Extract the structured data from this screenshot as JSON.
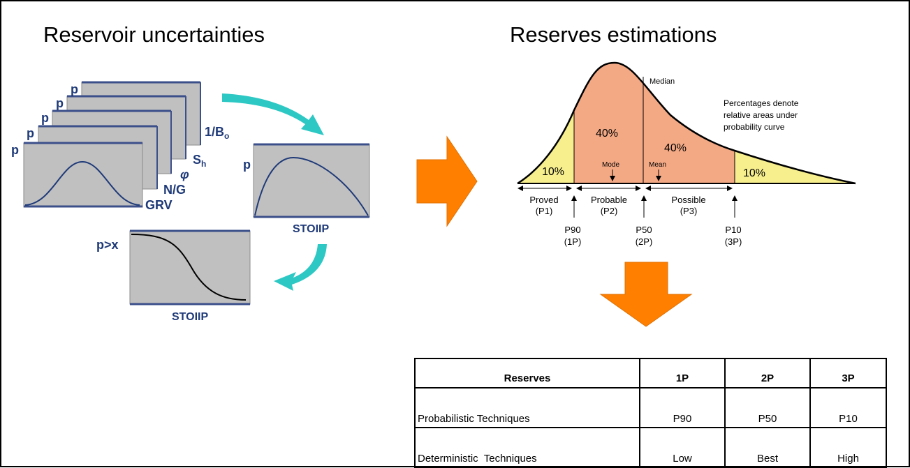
{
  "left": {
    "title": "Reservoir uncertainties",
    "variable_labels": {
      "p": "p",
      "inv_bo": "1/B",
      "inv_bo_sub": "o",
      "sh": "S",
      "sh_sub": "h",
      "phi": "φ",
      "ng": "N/G",
      "grv": "GRV",
      "stoiip_axis": "p",
      "stoiip": "STOIIP",
      "exceed_axis": "p>x",
      "stoiip2": "STOIIP"
    },
    "colors": {
      "panel": "#c0c0c0",
      "curve": "#1f3a78",
      "arrow": "#2ec8c4",
      "label": "#1f3a78"
    }
  },
  "right": {
    "title": "Reserves estimations",
    "curve": {
      "median_label": "Median",
      "note_lines": [
        "Percentages denote",
        "relative areas under",
        "probability curve"
      ],
      "pct_left": "10%",
      "pct_probable": "40%",
      "pct_possible": "40%",
      "pct_right": "10%",
      "mode_label": "Mode",
      "mean_label": "Mean",
      "categories": [
        {
          "name": "Proved",
          "code": "(P1)"
        },
        {
          "name": "Probable",
          "code": "(P2)"
        },
        {
          "name": "Possible",
          "code": "(P3)"
        }
      ],
      "percentiles": [
        {
          "name": "P90",
          "code": "(1P)"
        },
        {
          "name": "P50",
          "code": "(2P)"
        },
        {
          "name": "P10",
          "code": "(3P)"
        }
      ],
      "colors": {
        "tail": "#f7ef8e",
        "body": "#f4a985",
        "arrow": "#ff8000"
      }
    },
    "table": {
      "headers": [
        "Reserves",
        "1P",
        "2P",
        "3P"
      ],
      "rows": [
        {
          "label": "Probabilistic Techniques",
          "values": [
            "P90",
            "P50",
            "P10"
          ]
        },
        {
          "label": "Deterministic  Techniques",
          "values": [
            "Low",
            "Best",
            "High"
          ]
        }
      ]
    }
  }
}
